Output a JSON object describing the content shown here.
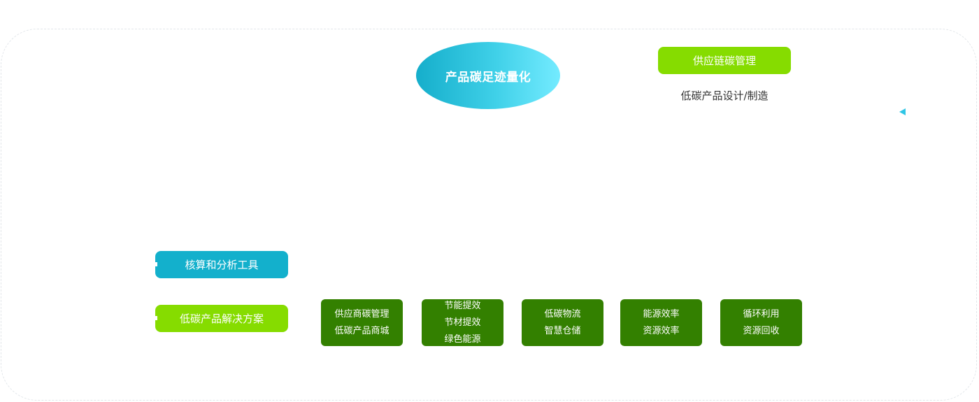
{
  "center_node": {
    "label": "产品碳足迹量化"
  },
  "supply_chain": {
    "label": "供应链碳管理",
    "subtitle": "低碳产品设计/制造"
  },
  "left_tags": {
    "accounting_tools": "核算和分析工具",
    "low_carbon_solutions": "低碳产品解决方案"
  },
  "solution_boxes": [
    {
      "lines": [
        "供应商碳管理",
        "低碳产品商城"
      ]
    },
    {
      "lines": [
        "节能提效",
        "节材提效",
        "绿色能源"
      ]
    },
    {
      "lines": [
        "低碳物流",
        "智慧仓储"
      ]
    },
    {
      "lines": [
        "能源效率",
        "资源效率"
      ]
    },
    {
      "lines": [
        "循环利用",
        "资源回收"
      ]
    }
  ],
  "colors": {
    "lime": "#86dc00",
    "teal": "#13b0cc",
    "dark_green": "#338000",
    "ellipse_gradient_start": "#15aecb",
    "ellipse_gradient_end": "#74ebff",
    "triangle": "#2fc6e6",
    "frame_border": "#e2e6ea"
  }
}
